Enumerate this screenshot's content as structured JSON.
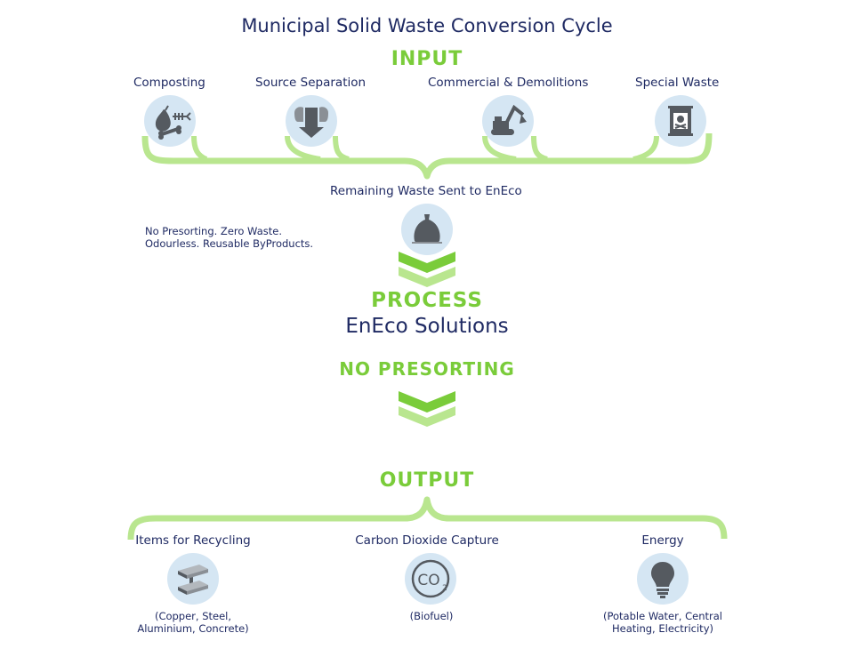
{
  "title": "Municipal Solid Waste Conversion Cycle",
  "input": {
    "heading": "INPUT",
    "items": [
      {
        "label": "Composting",
        "icon": "compost-icon"
      },
      {
        "label": "Source Separation",
        "icon": "arrows-icon"
      },
      {
        "label": "Commercial & Demolitions",
        "icon": "excavator-icon"
      },
      {
        "label": "Special Waste",
        "icon": "hazard-barrel-icon"
      }
    ],
    "merge_label": "Remaining Waste Sent to EnEco",
    "merge_icon": "trash-bag-icon",
    "note_line1": "No Presorting. Zero Waste.",
    "note_line2": "Odourless. Reusable ByProducts."
  },
  "process": {
    "heading": "PROCESS",
    "subheading": "EnEco Solutions",
    "tagline": "NO PRESORTING"
  },
  "output": {
    "heading": "OUTPUT",
    "items": [
      {
        "label": "Items for Recycling",
        "icon": "steel-beam-icon",
        "note_line1": "(Copper, Steel,",
        "note_line2": "Aluminium, Concrete)"
      },
      {
        "label": "Carbon Dioxide Capture",
        "icon": "co2-icon",
        "co2_text": "CO",
        "co2_sub": "2",
        "note_line1": "(Biofuel)",
        "note_line2": ""
      },
      {
        "label": "Energy",
        "icon": "light-bulb-icon",
        "note_line1": "(Potable Water, Central",
        "note_line2": "Heating, Electricity)"
      }
    ]
  },
  "colors": {
    "accent_green": "#7acc3a",
    "bracket_green": "#b9e68f",
    "text_navy": "#1f2a63",
    "icon_bg": "#d5e6f3",
    "icon_gray": "#555a60"
  }
}
